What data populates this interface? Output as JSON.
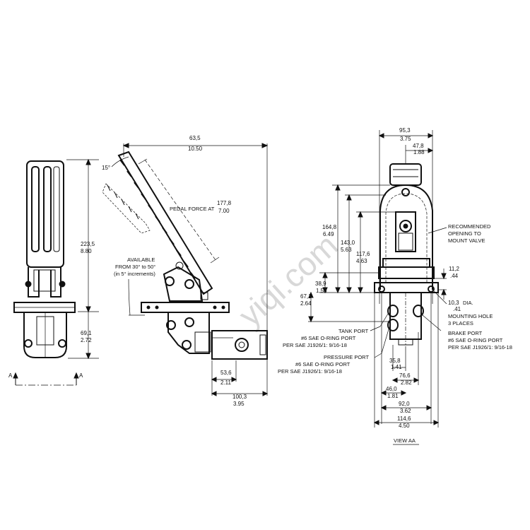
{
  "left_view": {
    "height_dim": "223,5",
    "height_dim_in": "8.80",
    "lower_dim": "69,1",
    "lower_dim_in": "2.72",
    "section_a_left": "A",
    "section_a_right": "A"
  },
  "side_view": {
    "angle": "15°",
    "top_dim": "63,5",
    "top_dim_in": "10.50",
    "pedal_force_label": "PEDAL FORCE AT",
    "pedal_force_value": "177,8",
    "pedal_force_value_in": "7.00",
    "available_line1": "AVAILABLE",
    "available_line2": "FROM 30° to 50°",
    "available_line3": "(in 5° increments)",
    "dim_53": "53,6",
    "dim_53_in": "2.11",
    "dim_100": "100,3",
    "dim_100_in": "3.95"
  },
  "view_aa": {
    "dim_95": "95,3",
    "dim_95_in": "3.75",
    "dim_47": "47,8",
    "dim_47_in": "1.88",
    "dim_164": "164,8",
    "dim_164_in": "6.49",
    "dim_143": "143,0",
    "dim_143_in": "5.63",
    "dim_117": "117,6",
    "dim_117_in": "4.63",
    "dim_38": "38,9",
    "dim_38_in": "1.53",
    "dim_67": "67,1",
    "dim_67_in": "2.64",
    "dim_11": "11,2",
    "dim_11_in": ".44",
    "dim_10": "10,3",
    "dim_10_dia": "DIA.",
    "dim_10_in": ".41",
    "mount_hole_1": "MOUNTING HOLE",
    "mount_hole_2": "3 PLACES",
    "recommended_1": "RECOMMENDED",
    "recommended_2": "OPENING TO",
    "recommended_3": "MOUNT VALVE",
    "tank_1": "TANK PORT",
    "tank_2": "#6 SAE O-RING PORT",
    "tank_3": "PER SAE J1926/1: 9/16-18",
    "pressure_1": "PRESSURE PORT",
    "pressure_2": "#6 SAE O-RING PORT",
    "pressure_3": "PER SAE J1926/1: 9/16-18",
    "brake_1": "BRAKE PORT",
    "brake_2": "#6 SAE O-RING PORT",
    "brake_3": "PER SAE J1926/1: 9/16-18",
    "dim_35": "35,8",
    "dim_35_in": "1.41",
    "dim_76": "76,6",
    "dim_76_in": "2.82",
    "dim_46": "46,0",
    "dim_46_in": "1.81",
    "dim_92": "92,0",
    "dim_92_in": "3.62",
    "dim_114": "114,6",
    "dim_114_in": "4.50",
    "view_label": "VIEW AA"
  },
  "watermark": "yiqi.com"
}
